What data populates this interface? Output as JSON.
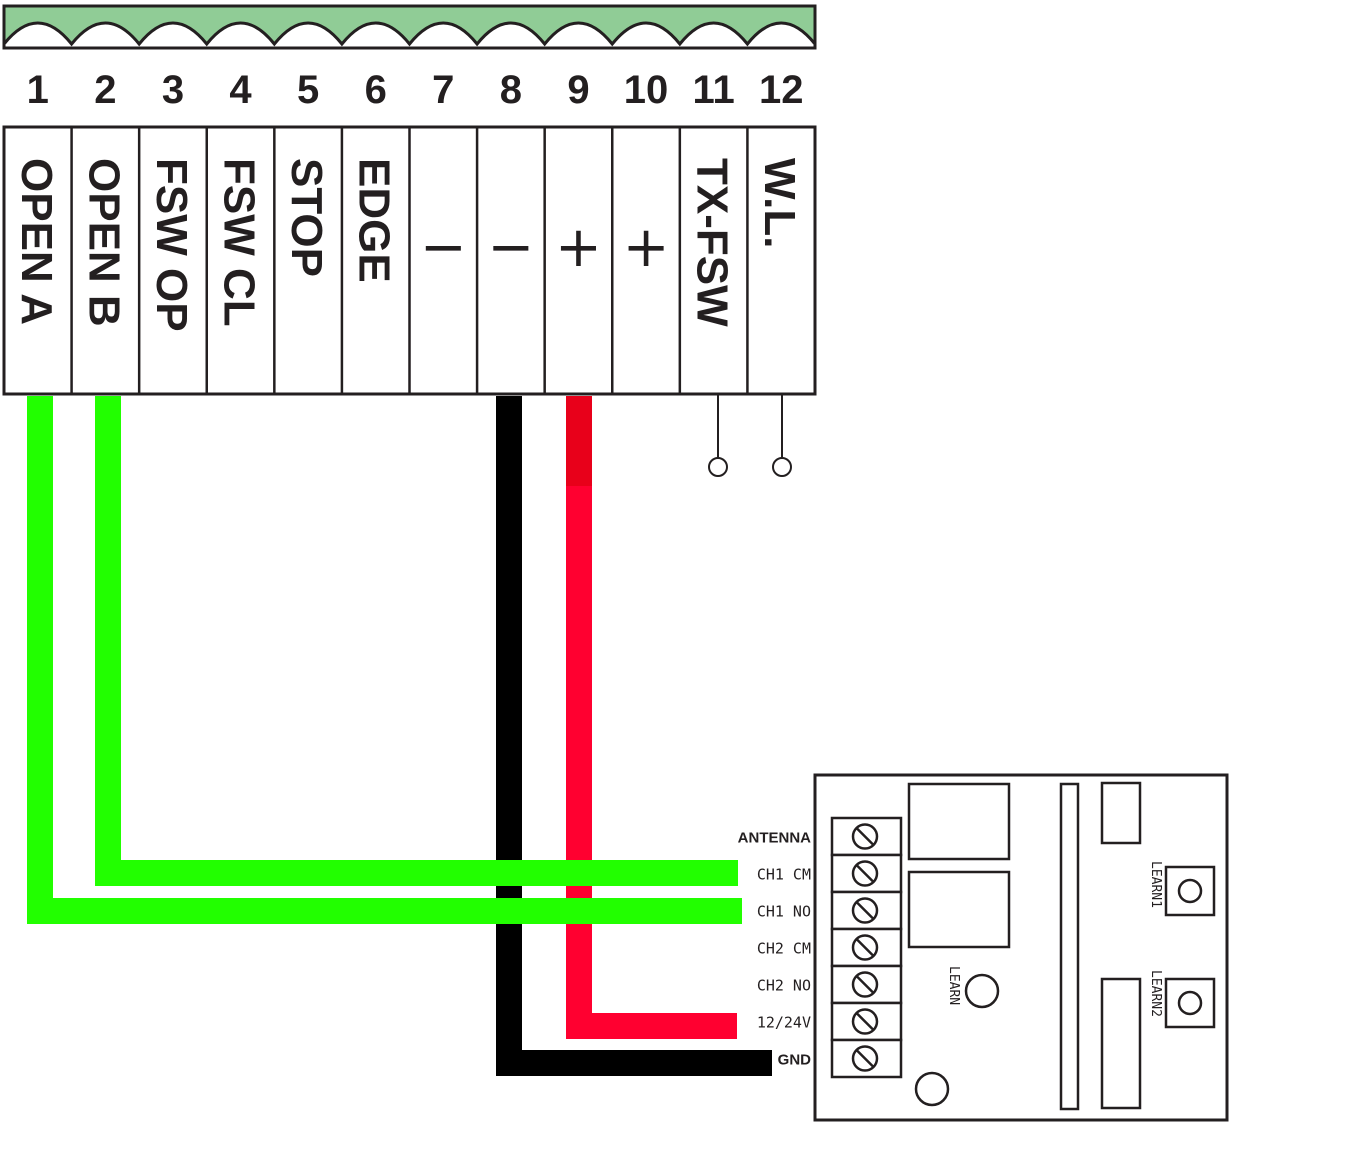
{
  "terminal_block": {
    "header_color": "#90cc96",
    "terminals": [
      {
        "num": "1",
        "label": "OPEN A"
      },
      {
        "num": "2",
        "label": "OPEN B"
      },
      {
        "num": "3",
        "label": "FSW OP"
      },
      {
        "num": "4",
        "label": "FSW CL"
      },
      {
        "num": "5",
        "label": "STOP"
      },
      {
        "num": "6",
        "label": "EDGE"
      },
      {
        "num": "7",
        "label": "−"
      },
      {
        "num": "8",
        "label": "−"
      },
      {
        "num": "9",
        "label": "+"
      },
      {
        "num": "10",
        "label": "+"
      },
      {
        "num": "11",
        "label": "TX-FSW"
      },
      {
        "num": "12",
        "label": "W.L."
      }
    ]
  },
  "receiver": {
    "terminals": [
      "ANTENNA",
      "CH1 CM",
      "CH1 NO",
      "CH2 CM",
      "CH2 NO",
      "12/24V",
      "GND"
    ],
    "buttons": {
      "learn": "LEARN",
      "learn1": "LEARN1",
      "learn2": "LEARN2"
    }
  },
  "wires": {
    "green_color": "#22ff00",
    "black_color": "#000000",
    "red_color": "#ff0030",
    "red_dark_color": "#e8001a"
  }
}
